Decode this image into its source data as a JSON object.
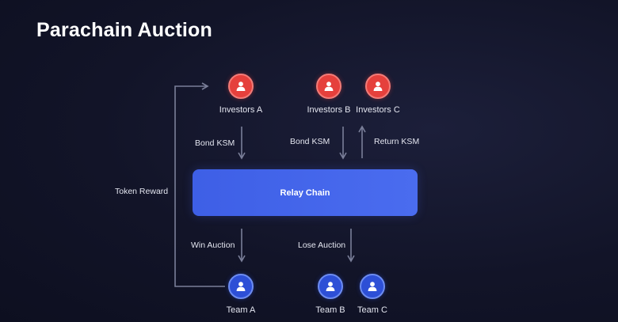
{
  "title": "Parachain Auction",
  "investors": [
    {
      "label": "Investors A"
    },
    {
      "label": "Investors B"
    },
    {
      "label": "Investors C"
    }
  ],
  "teams": [
    {
      "label": "Team A"
    },
    {
      "label": "Team B"
    },
    {
      "label": "Team C"
    }
  ],
  "relay_chain": "Relay Chain",
  "flows": {
    "bond_a": "Bond KSM",
    "bond_b": "Bond KSM",
    "return_c": "Return KSM",
    "win": "Win Auction",
    "lose": "Lose Auction",
    "token_reward": "Token Reward"
  },
  "colors": {
    "investor": "#e5403c",
    "team": "#2d4fd6",
    "relay": "#4466ec",
    "arrow": "#7a7f99"
  },
  "icons": {
    "investor": "user-icon",
    "team": "user-icon"
  }
}
